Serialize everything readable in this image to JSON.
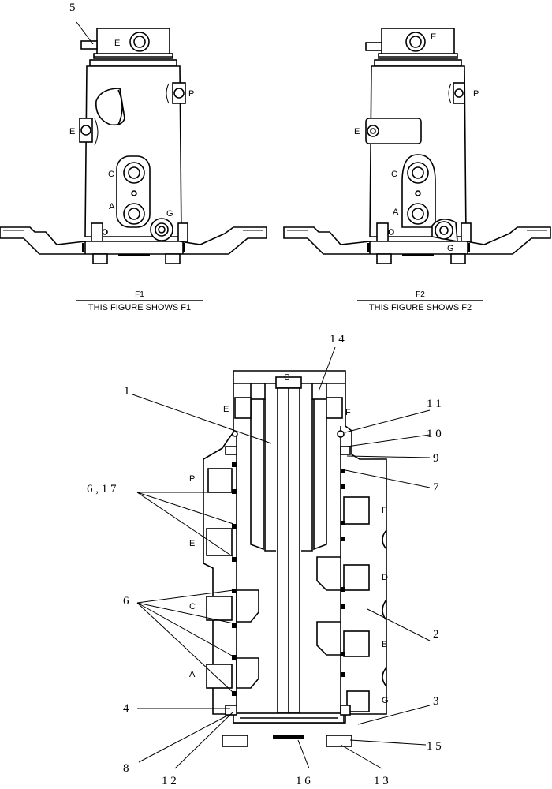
{
  "figure_f1": {
    "caption_title": "F1",
    "caption_text": "THIS FIGURE SHOWS  F1",
    "labels": {
      "item_5": "5",
      "port_e_top": "E",
      "port_p": "P",
      "port_e_side": "E",
      "port_c": "C",
      "port_a": "A",
      "port_g": "G"
    }
  },
  "figure_f2": {
    "caption_title": "F2",
    "caption_text": "THIS FIGURE SHOWS  F2",
    "labels": {
      "port_e_top": "E",
      "port_p": "P",
      "port_e_side": "E",
      "port_c": "C",
      "port_a": "A",
      "port_g": "G"
    }
  },
  "section_view": {
    "port_labels": {
      "g": "G",
      "e": "E",
      "f_top": "F",
      "p": "P",
      "f_right": "F",
      "e_left": "E",
      "d": "D",
      "c": "C",
      "b": "B",
      "a": "A",
      "g_right": "G"
    },
    "callouts": {
      "n1": "1",
      "n14": "1 4",
      "n11": "1 1",
      "n10": "1 0",
      "n9": "9",
      "n7": "7",
      "n6_17": "6 ,   1 7",
      "n6": "6",
      "n2": "2",
      "n3": "3",
      "n4": "4",
      "n15": "1 5",
      "n8": "8",
      "n12": "1 2",
      "n16": "1 6",
      "n13": "1 3"
    }
  }
}
